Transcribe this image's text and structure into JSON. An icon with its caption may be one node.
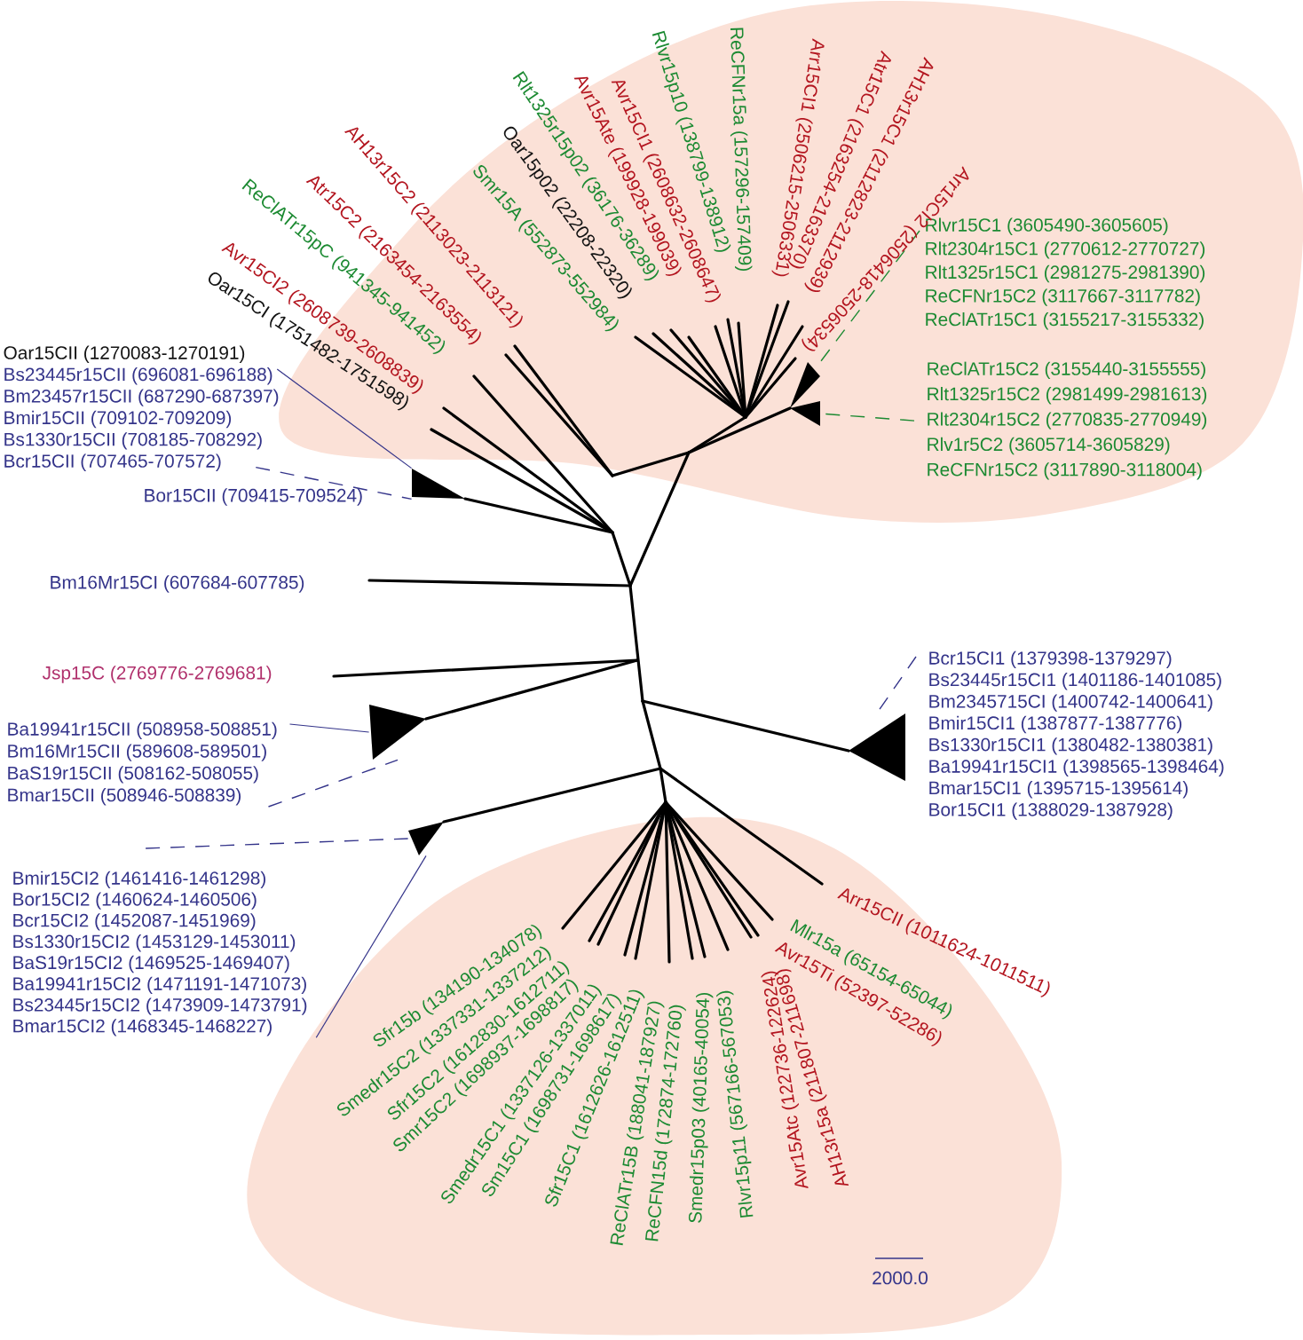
{
  "diagram": {
    "nodes": [
      {
        "text": [
          "Oar15CII (1270083-1270191)",
          "Bs23445r15CII (696081-696188)",
          "Bm23457r15CII (687290-687397)",
          "Bmir15CII (709102-709209)",
          "Bs1330r15CII (708185-708292)",
          "Bcr15CII (707465-707572)"
        ]
      },
      {
        "text": [],
        "shape": "triangle"
      },
      {
        "text": [
          "Ba19941r15CII (508958-508851)",
          "Bm16Mr15CII (589608-589501)",
          "BaS19r15CII (508162-508055)",
          "Bmar15CII (508946-508839)"
        ]
      },
      {
        "text": [],
        "shape": "triangle"
      },
      {
        "text": [
          "Bmir15CI2 (1461416-1461298)",
          "Bor15CI2 (1460624-1460506)",
          "Bcr15CI2 (1452087-1451969)",
          "Bs1330r15CI2 (1453129-1453011)",
          "BaS19r15CI2 (1469525-1469407)",
          "Ba19941r15CI2 (1471191-1471073)",
          "Bs23445r15CI2 (1473909-1473791)",
          "Bmar15CI2 (1468345-1468227)"
        ]
      },
      {
        "text": [],
        "shape": "triangle"
      },
      {
        "text": [
          "Rlvr15C1 (3605490-3605605)",
          "Rlt2304r15C1 (2770612-2770727)",
          "Rlt1325r15C1 (2981275-2981390)",
          "ReCFNr15C2 (3117667-3117782)",
          "ReClATr15C1 (3155217-3155332)"
        ]
      },
      {
        "text": [],
        "shape": "triangle"
      },
      {
        "text": [
          "ReClATr15C2 (3155440-3155555)",
          "Rlt1325r15C2 (2981499-2981613)",
          "Rlt2304r15C2 (2770835-2770949)",
          "Rlv1r5C2 (3605714-3605829)",
          "ReCFNr15C2 (3117890-3118004)"
        ]
      },
      {
        "text": [],
        "shape": "triangle"
      },
      {
        "text": [
          "Bcr15CI1 (1379398-1379297)",
          "Bs23445r15CI1 (1401186-1401085)",
          "Bm2345715CI (1400742-1400641)",
          "Bmir15CI1 (1387877-1387776)",
          "Bs1330r15CI1 (1380482-1380381)",
          "Ba19941r15CI1 (1398565-1398464)",
          "Bmar15CI1 (1395715-1395614)",
          "Bor15CI1 (1388029-1387928)"
        ]
      },
      {
        "text": [],
        "shape": "triangle"
      }
    ],
    "edges": [
      {
        "from": 0,
        "to": 1,
        "arrow": "none"
      },
      {
        "from": 0,
        "to": 1,
        "arrow": "none",
        "style": "dashed"
      },
      {
        "from": 2,
        "to": 3,
        "arrow": "none"
      },
      {
        "from": 2,
        "to": 3,
        "arrow": "none",
        "style": "dashed"
      },
      {
        "from": 4,
        "to": 5,
        "arrow": "none",
        "style": "dashed"
      },
      {
        "from": 4,
        "to": 5,
        "arrow": "none"
      },
      {
        "from": 6,
        "to": 7,
        "arrow": "none",
        "style": "dashed",
        "color": "#1c8a32"
      },
      {
        "from": 8,
        "to": 9,
        "arrow": "none",
        "style": "dashed",
        "color": "#1c8a32"
      },
      {
        "from": 10,
        "to": 11,
        "arrow": "none",
        "style": "dashed"
      }
    ],
    "labels": [
      "Oar15CI (1751482-1751598)",
      "Avr15CI2 (2608739-2608839)",
      "ReClATr15pC (941345-941452)",
      "Atr15C2 (2163454-2163554)",
      "AH13r15C2 (2113023-2113121)",
      "Smr15A (552873-552984)",
      "Oar15p02 (22208-22320)",
      "Rlt1325r15p02 (36176-36289)",
      "Avr15Ate (199928-199039)",
      "Avr15CI1 (2608632-2608647)",
      "Rlvr15p10 (138799-138912)",
      "ReCFNr15a (157296-157409)",
      "Arr15CI1 (2506215-2506331)",
      "Atr15C1 (2163254-2163370)",
      "AH13r15C1 (2112823-2112939)",
      "Arr15CI2 (2506418-2506534)",
      "Bor15CII (709415-709524)",
      "Bm16Mr15CI (607684-607785)",
      "Jsp15C (2769776-2769681)",
      "Sfr15b (134190-134078)",
      "Smedr15C2 (1337331-1337212)",
      "Sfr15C2 (1612830-1612711)",
      "Smr15C2 (1698937-1698817)",
      "Smedr15C1 (1337126-1337011)",
      "Sm15C1 (1698731-1698617)",
      "Sfr15C1 (1612626-1612511)",
      "ReClATr15B (188041-187927)",
      "ReCFN15d (172874-172760)",
      "Smedr15p03 (40165-40054)",
      "Rlvr15p11 (567166-567053)",
      "Avr15Atc (122736-122624)",
      "AH13r15a (211807-211698)",
      "Mlr15a (65154-65044)",
      "Avr15Ti (52397-52286)",
      "Arr15CII (1011624-1011511)",
      "2000.0"
    ]
  }
}
